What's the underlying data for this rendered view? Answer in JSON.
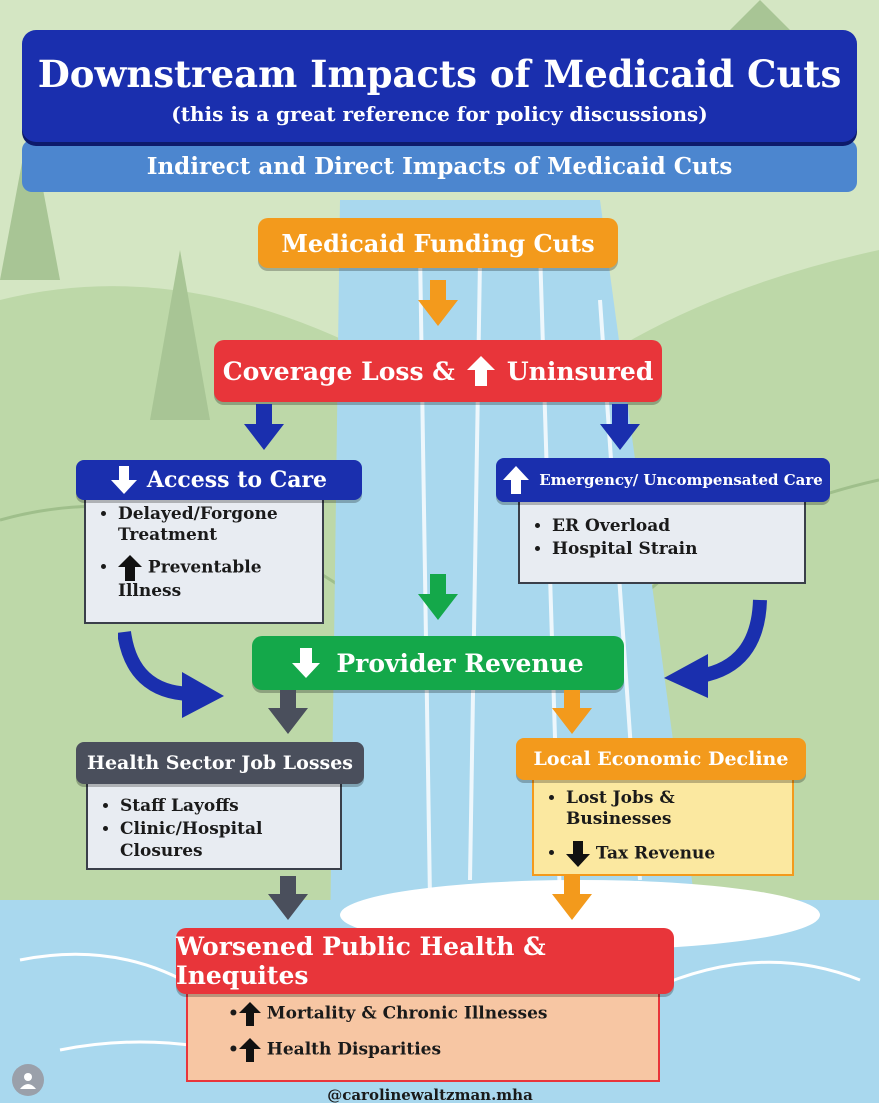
{
  "header": {
    "title": "Downstream Impacts of Medicaid Cuts",
    "subtitle": "(this is a great reference for policy discussions)",
    "section_title": "Indirect and Direct Impacts of Medicaid Cuts"
  },
  "nodes": {
    "funding": "Medicaid Funding Cuts",
    "coverage_a": "Coverage Loss &",
    "coverage_b": "Uninsured",
    "access": "Access  to Care",
    "access_items": [
      "Delayed/Forgone Treatment",
      "Preventable Illness"
    ],
    "emergency": "Emergency/ Uncompensated Care",
    "emergency_items": [
      "ER Overload",
      "Hospital Strain"
    ],
    "revenue": "Provider Revenue",
    "jobs": "Health Sector Job Losses",
    "jobs_items": [
      "Staff Layoffs",
      "Clinic/Hospital Closures"
    ],
    "local": "Local Economic Decline",
    "local_items": [
      "Lost Jobs & Businesses",
      "Tax Revenue"
    ],
    "outcome": "Worsened Public Health & Inequites",
    "outcome_items": [
      "Mortality & Chronic Illnesses",
      "Health Disparities"
    ]
  },
  "footer": {
    "handle": "@carolinewaltzman.mha"
  },
  "colors": {
    "navy": "#1a2fae",
    "lightblue": "#4c86cf",
    "orange": "#f39a1c",
    "red": "#e8353a",
    "green": "#14a84a",
    "gray": "#4a4f5c",
    "yellow": "#fbe8a0",
    "peach": "#f7c6a3"
  }
}
